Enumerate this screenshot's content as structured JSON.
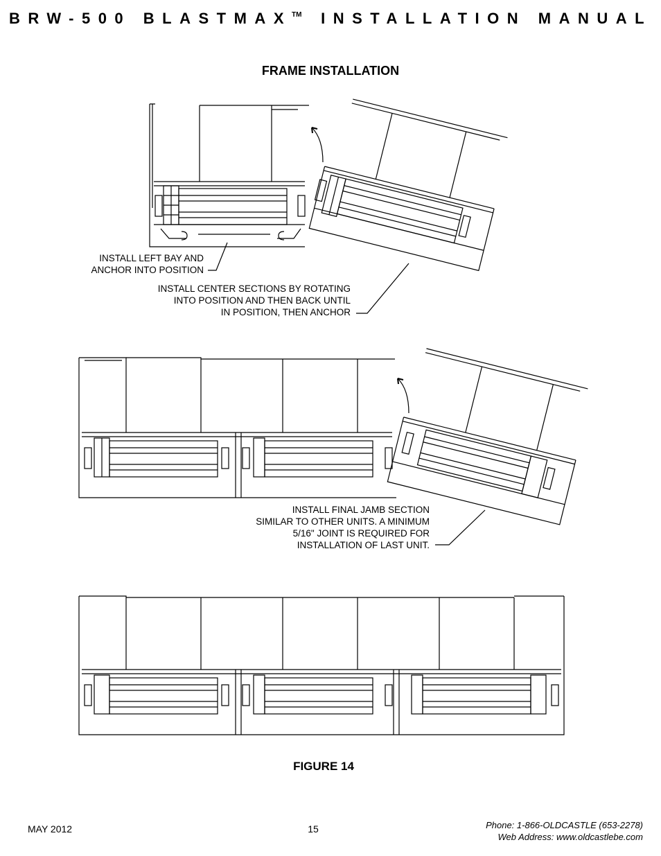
{
  "header": {
    "title_left": "BRW-500 BLASTMAX",
    "trademark": "TM",
    "title_right": "INSTALLATION MANUAL"
  },
  "section_title": "FRAME INSTALLATION",
  "notes": {
    "left_bay": [
      "INSTALL LEFT BAY AND",
      "ANCHOR INTO POSITION"
    ],
    "center_sections": [
      "INSTALL CENTER SECTIONS BY ROTATING",
      "INTO POSITION AND THEN BACK UNTIL",
      "IN POSITION, THEN ANCHOR"
    ],
    "final_jamb": [
      "INSTALL FINAL JAMB SECTION",
      "SIMILAR TO OTHER UNITS. A MINIMUM",
      "5/16\" JOINT IS REQUIRED FOR",
      "INSTALLATION OF LAST UNIT."
    ]
  },
  "figure_label": "FIGURE 14",
  "footer": {
    "date": "MAY 2012",
    "page": "15",
    "phone": "Phone: 1-866-OLDCASTLE (653-2278)",
    "web": "Web Address: www.oldcastlebe.com"
  }
}
